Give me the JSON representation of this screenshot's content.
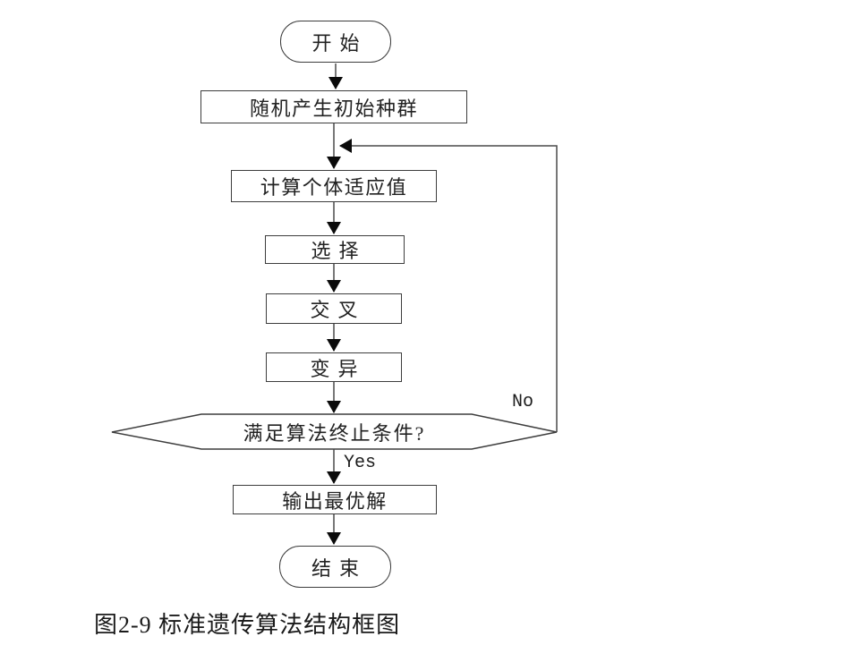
{
  "figure": {
    "caption": "图2-9 标准遗传算法结构框图"
  },
  "flowchart": {
    "title_semantic": "standard-genetic-algorithm-flowchart",
    "nodes": {
      "start": {
        "type": "terminal",
        "label": "开始"
      },
      "init": {
        "type": "process",
        "label": "随机产生初始种群"
      },
      "fitness": {
        "type": "process",
        "label": "计算个体适应值"
      },
      "selection": {
        "type": "process",
        "label": "选择"
      },
      "crossover": {
        "type": "process",
        "label": "交叉"
      },
      "mutation": {
        "type": "process",
        "label": "变异"
      },
      "termination": {
        "type": "decision",
        "label": "满足算法终止条件?"
      },
      "output": {
        "type": "process",
        "label": "输出最优解"
      },
      "end": {
        "type": "terminal",
        "label": "结束"
      }
    },
    "edge_labels": {
      "yes": "Yes",
      "no": "No"
    }
  },
  "colors": {
    "background": "#ffffff",
    "node_border": "#3d3d3d",
    "connector_line": "#4a4a4a",
    "arrowhead": "#0a0a0a",
    "text": "#222222"
  }
}
